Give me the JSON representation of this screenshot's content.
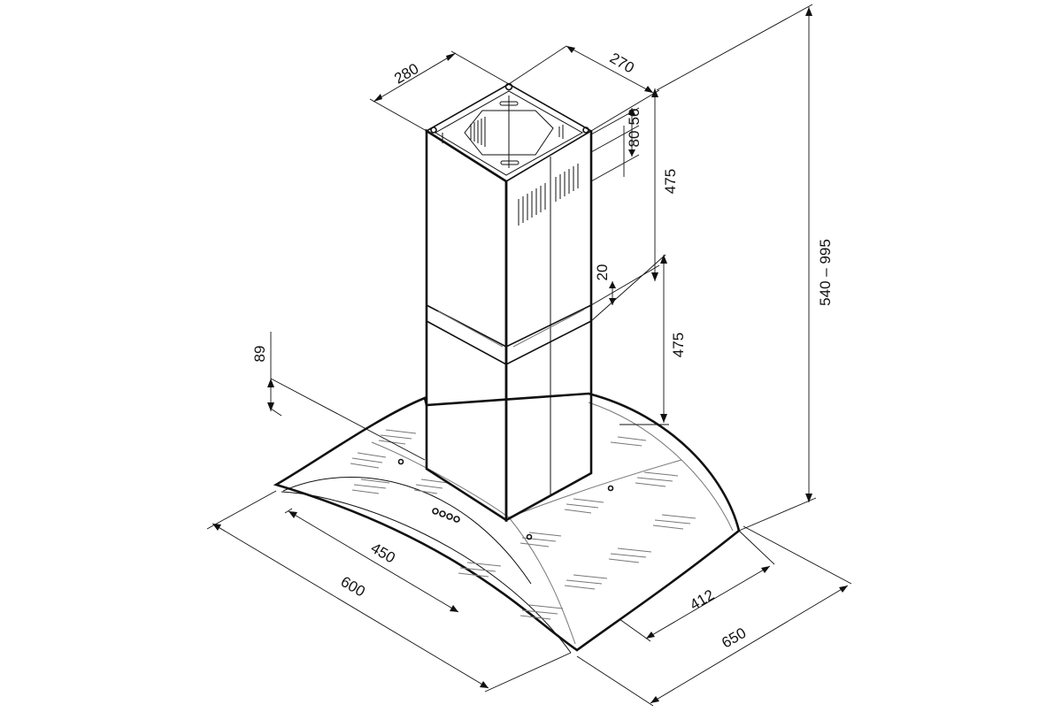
{
  "drawing": {
    "object": "island-cooker-hood",
    "dimensions": {
      "chimney_depth": "280",
      "chimney_width": "270",
      "top_offset": "50",
      "top_vent_height": "80",
      "upper_chimney_height": "475",
      "chimney_overlap": "20",
      "lower_chimney_height": "475",
      "total_height_range": "540 – 995",
      "canopy_thickness": "89",
      "canopy_inner_depth": "450",
      "canopy_depth": "600",
      "canopy_inner_width": "412",
      "canopy_width": "650"
    },
    "colors": {
      "line": "#111111",
      "background": "#ffffff"
    }
  }
}
